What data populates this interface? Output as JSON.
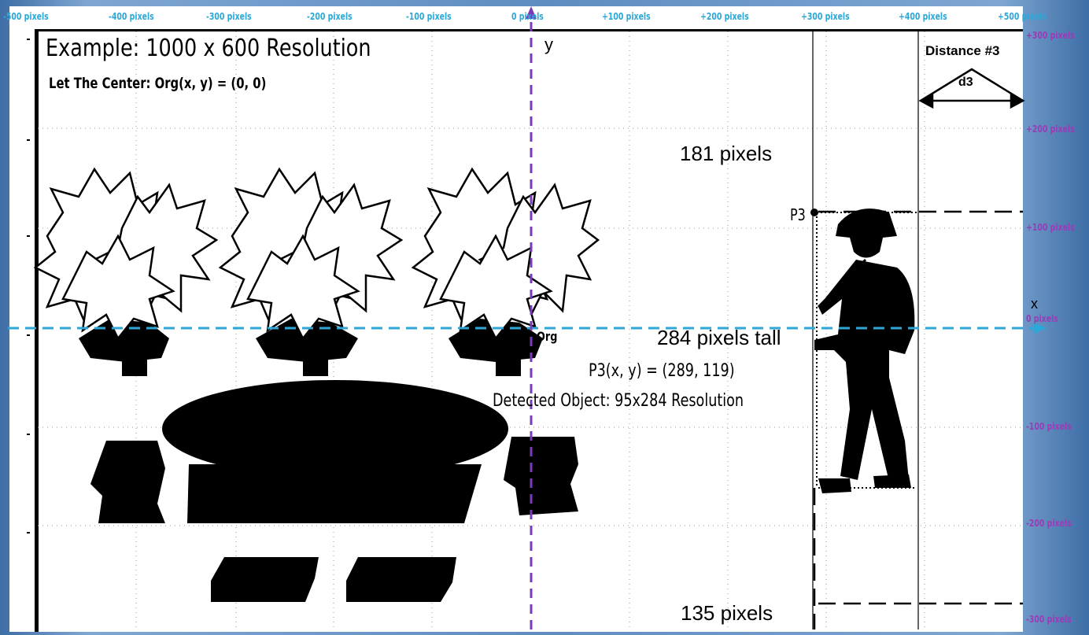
{
  "diagram": {
    "title": "Example: 1000 x 600 Resolution",
    "subtitle": "Let The Center: Org(x, y) = (0, 0)",
    "x_axis_ticks": [
      "-500 pixels",
      "-400 pixels",
      "-300 pixels",
      "-200 pixels",
      "-100 pixels",
      "0 pixels",
      "+100 pixels",
      "+200 pixels",
      "+300 pixels",
      "+400 pixels",
      "+500 pixels"
    ],
    "y_axis_ticks": [
      "+300 pixels",
      "+200 pixels",
      "+100 pixels",
      "0 pixels",
      "-100 pixels",
      "-200 pixels",
      "-300 pixels"
    ],
    "y_label": "y",
    "x_label": "x",
    "distance_label": "Distance #3",
    "d3_label": "d3",
    "top_gap_label": "181 pixels",
    "height_label": "284 pixels tall",
    "bottom_gap_label": "135 pixels",
    "p3_label": "P3",
    "p3_coords": "P3(x, y) = (289, 119)",
    "detected_label": "Detected Object: 95x284 Resolution",
    "origin_label": "Org"
  },
  "colors": {
    "x_axis": "#2ba8d8",
    "y_axis": "#7b3bb7",
    "background": "#4f7fb5"
  }
}
